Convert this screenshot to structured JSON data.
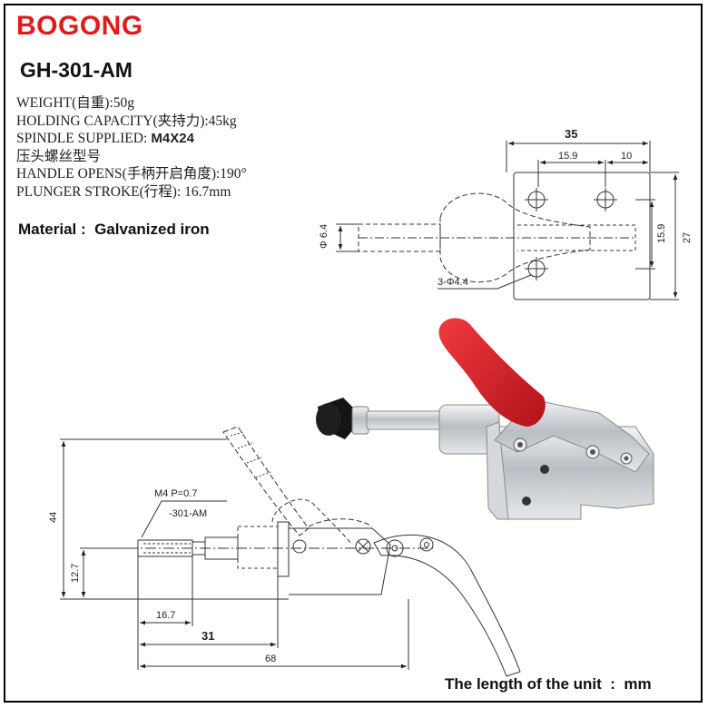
{
  "brand": "BOGONG",
  "model": "GH-301-AM",
  "specs": {
    "weight": "WEIGHT(自重):50g",
    "holding_label": "HOLDING CAPACITY(夹持力):45kg",
    "spindle_label": "SPINDLE SUPPLIED:",
    "spindle_value": " M4X24",
    "spindle_cn": "压头螺丝型号",
    "handle_opens": "HANDLE OPENS(手柄开启角度):190°",
    "plunger_stroke": "PLUNGER STROKE(行程): 16.7mm"
  },
  "material": "Material :  Galvanized iron",
  "unit_note": "The length of the unit  :  mm",
  "colors": {
    "brand": "#e01b1b",
    "handle": "#d41f26",
    "steel": "#c9cdd1",
    "knob": "#111111"
  },
  "top_view": {
    "dim_total": "35",
    "dim_a": "15.9",
    "dim_b": "10",
    "dim_v1": "15.9",
    "dim_v2": "27",
    "dim_shaft": "Φ 6.4",
    "dim_holes": "3-Φ4.4"
  },
  "side_view": {
    "dim_height": "44",
    "dim_low": "12.7",
    "thread": "M4 P=0.7",
    "model_ref": "-301-AM",
    "dim_stroke": "16.7",
    "dim_31": "31",
    "dim_68": "68"
  }
}
